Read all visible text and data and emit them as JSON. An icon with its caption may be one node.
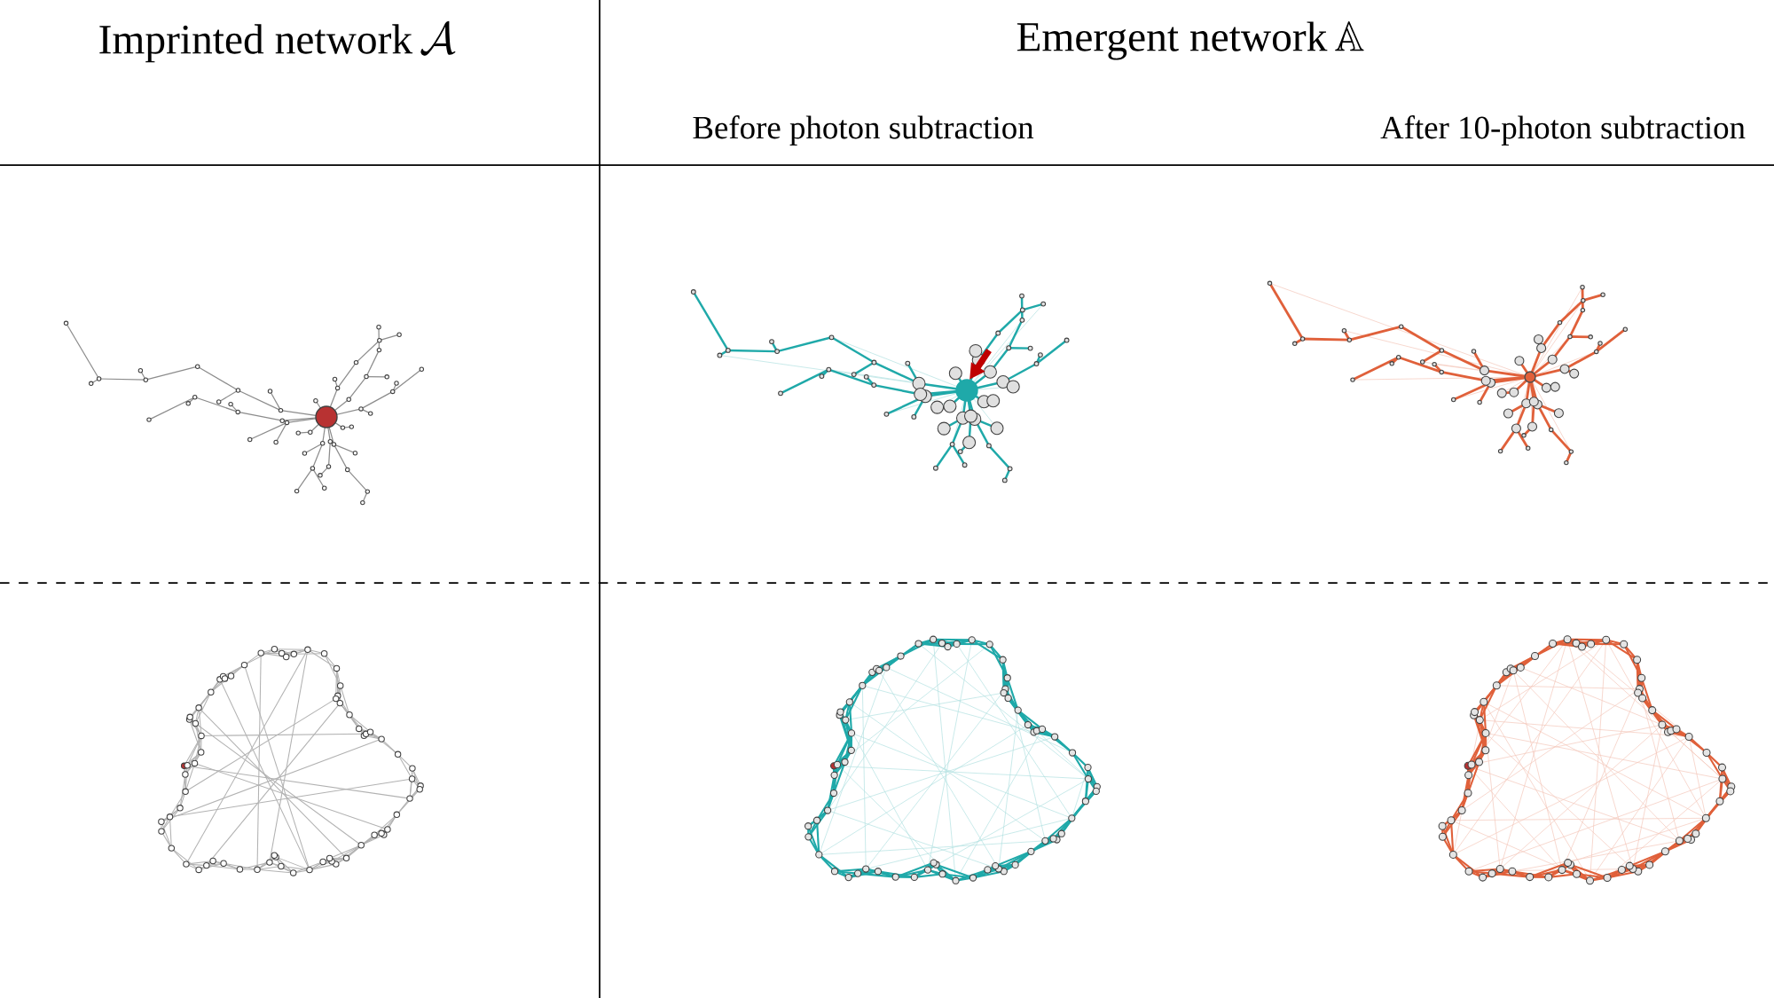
{
  "diagram": {
    "labels": [
      "Imprinted network",
      "\\mathcal{A}",
      "Emergent network",
      "\\mathbb{A}",
      "Before photon subtraction",
      "After 10-photon subtraction"
    ]
  }
}
